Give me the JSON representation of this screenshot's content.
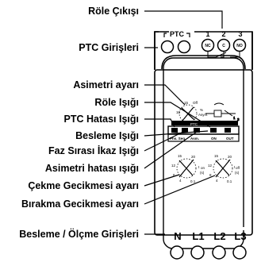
{
  "labels": {
    "relay_output": "Röle Çıkışı",
    "ptc_inputs": "PTC Girişleri",
    "asymmetry_setting": "Asimetri ayarı",
    "relay_light": "Röle Işığı",
    "ptc_error_light": "PTC Hatası Işığı",
    "supply_light": "Besleme Işığı",
    "phase_sequence_warning_light": "Faz Sırası İkaz Işığı",
    "asymmetry_error_light": "Asimetri hatası ışığı",
    "pull_in_delay_setting": "Çekme Gecikmesi ayarı",
    "release_delay_setting": "Bırakma Gecikmesi ayarı",
    "supply_measurement_inputs": "Besleme / Ölçme Girişleri"
  },
  "device": {
    "ptc_header": "PTC",
    "relay_numbers": [
      "1",
      "2",
      "3"
    ],
    "relay_contacts": [
      "NC",
      "C",
      "NO"
    ],
    "asym_dial": {
      "off": "Off",
      "scale_15": "15",
      "scale_10": "10",
      "scale_5": "5",
      "unit": "%",
      "sub": "Asym."
    },
    "led_row1": {
      "ptc": "PTC"
    },
    "led_row2": {
      "phs_seq": "Phs. Seq.",
      "asm": "Asm.",
      "on": "ON",
      "out": "OUT"
    },
    "ton_dial": {
      "name": "t",
      "sub": "on",
      "unit": "(s)",
      "scale": [
        "15",
        "20",
        "12",
        "8",
        "4",
        "0.1"
      ]
    },
    "toff_dial": {
      "name": "t",
      "sub": "off",
      "unit": "(s)",
      "scale": [
        "15",
        "20",
        "12",
        "8",
        "4",
        "0.1"
      ]
    },
    "power_terminals": [
      "N",
      "L1",
      "L2",
      "L3"
    ]
  }
}
